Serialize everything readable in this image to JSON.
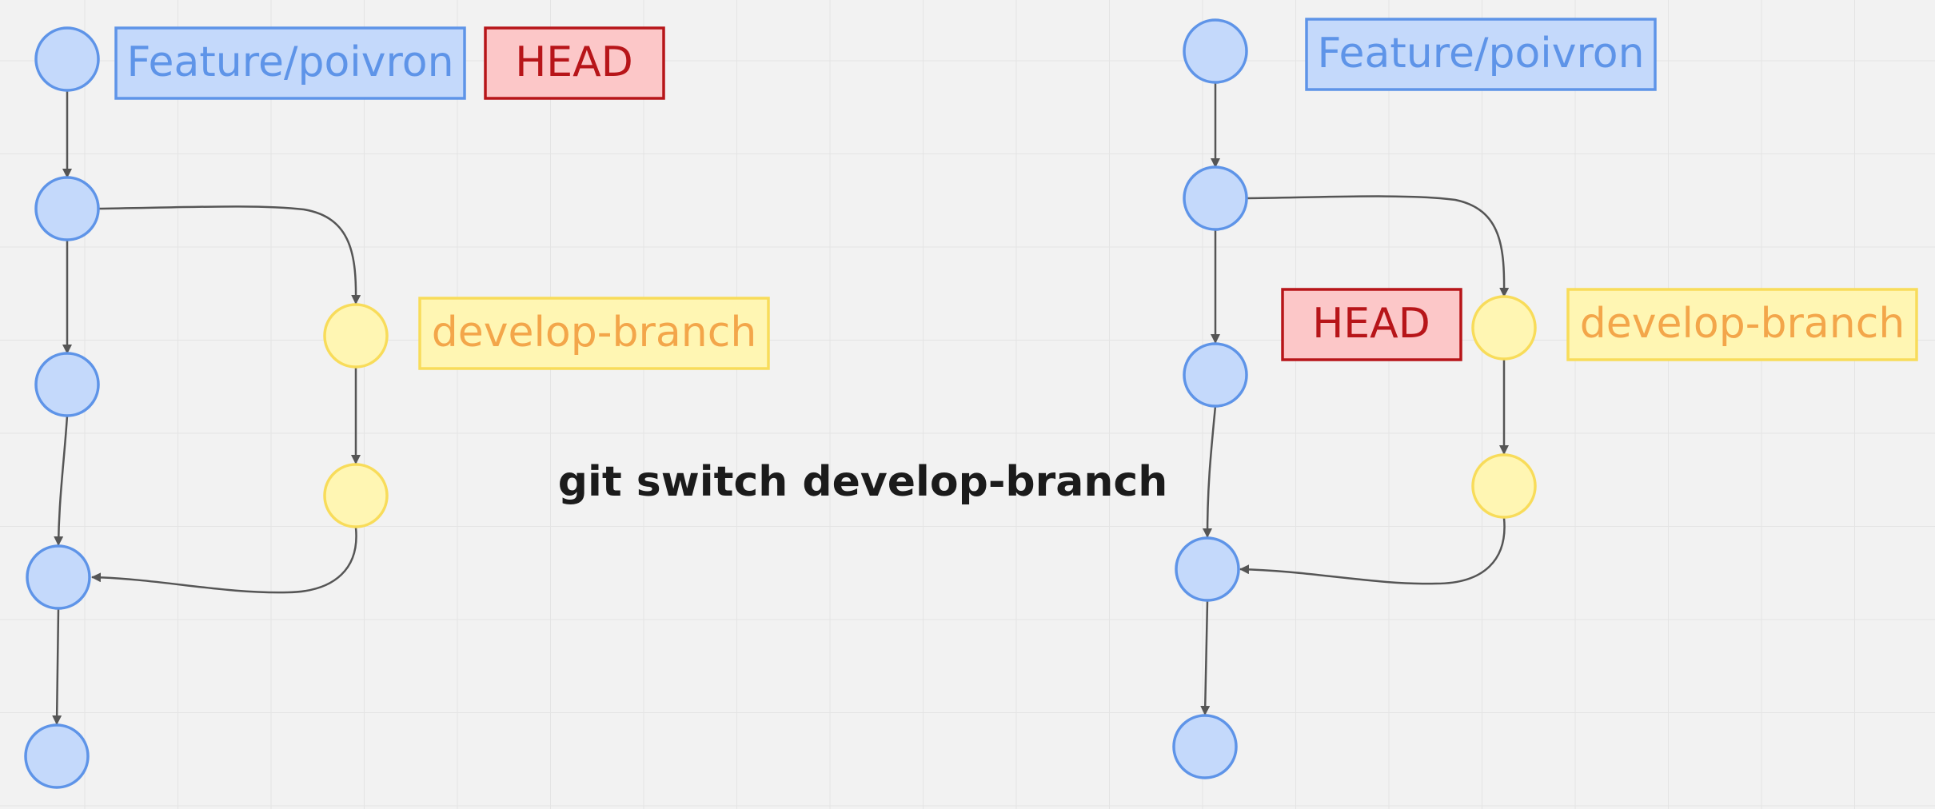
{
  "command": "git switch develop-branch",
  "colors": {
    "background": "#f2f2f2",
    "grid": "#e4e4e4",
    "arrow": "#555555",
    "feature_fill": "#c4d9fb",
    "feature_stroke": "#5e94e8",
    "feature_text": "#5e94e8",
    "develop_fill": "#fff6b3",
    "develop_stroke": "#f8dc5a",
    "develop_text": "#f3a64a",
    "head_fill": "#fcc7c8",
    "head_stroke": "#b71519",
    "head_text": "#b71519",
    "command_text": "#1b1b1b"
  },
  "before": {
    "labels": {
      "feature": "Feature/poivron",
      "head": "HEAD",
      "develop": "develop-branch"
    },
    "head_points_to": "Feature/poivron"
  },
  "after": {
    "labels": {
      "feature": "Feature/poivron",
      "head": "HEAD",
      "develop": "develop-branch"
    },
    "head_points_to": "develop-branch"
  }
}
